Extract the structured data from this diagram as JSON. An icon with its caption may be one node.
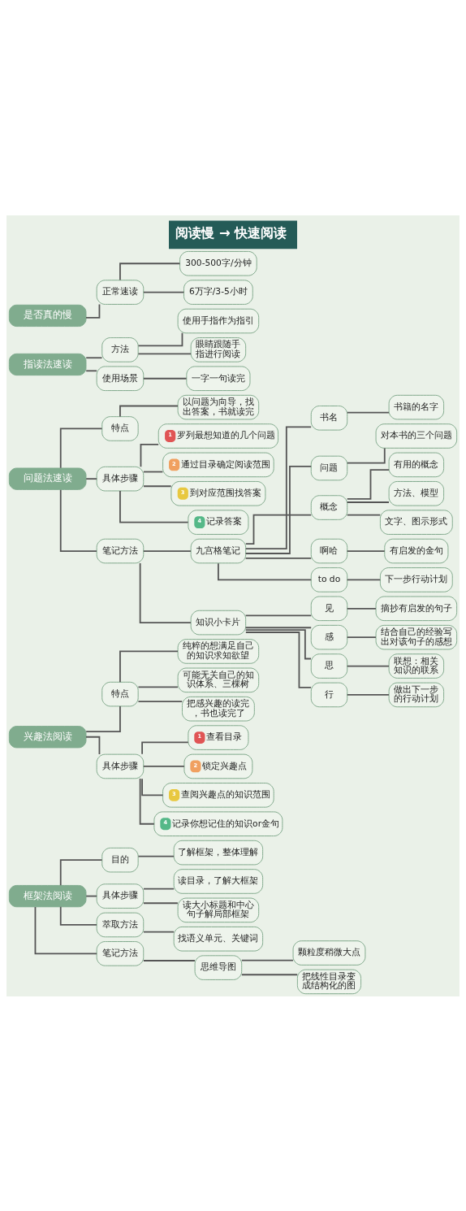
{
  "diagram": {
    "title": "阅读慢 → 快速阅读",
    "nodes": [
      {
        "text": [
          "是否真的慢"
        ]
      },
      {
        "text": [
          "正常速读"
        ]
      },
      {
        "text": [
          "300-500字/分钟"
        ]
      },
      {
        "text": [
          "6万字/3-5小时"
        ]
      },
      {
        "text": [
          "指读法速读"
        ]
      },
      {
        "text": [
          "方法"
        ]
      },
      {
        "text": [
          "使用手指作为指引"
        ]
      },
      {
        "text": [
          "眼睛跟随手指进行阅读"
        ]
      },
      {
        "text": [
          "使用场景"
        ]
      },
      {
        "text": [
          "一字一句读完"
        ]
      },
      {
        "text": [
          "问题法速读"
        ]
      },
      {
        "text": [
          "特点"
        ]
      },
      {
        "text": [
          "以问题为向导，找出答案，书就读完"
        ]
      },
      {
        "text": [
          "具体步骤"
        ]
      },
      {
        "text": [
          "1",
          "罗列最想知道的几个问题"
        ]
      },
      {
        "text": [
          "2",
          "通过目录确定阅读范围"
        ]
      },
      {
        "text": [
          "3",
          "到对应范围找答案"
        ]
      },
      {
        "text": [
          "4",
          "记录答案"
        ]
      },
      {
        "text": [
          "笔记方法"
        ]
      },
      {
        "text": [
          "九宫格笔记"
        ]
      },
      {
        "text": [
          "书名"
        ]
      },
      {
        "text": [
          "书籍的名字"
        ]
      },
      {
        "text": [
          "问题"
        ]
      },
      {
        "text": [
          "对本书的三个问题"
        ]
      },
      {
        "text": [
          "概念"
        ]
      },
      {
        "text": [
          "有用的概念"
        ]
      },
      {
        "text": [
          "方法、模型"
        ]
      },
      {
        "text": [
          "文字、图示形式"
        ]
      },
      {
        "text": [
          "啊哈"
        ]
      },
      {
        "text": [
          "有启发的金句"
        ]
      },
      {
        "text": [
          "to do"
        ]
      },
      {
        "text": [
          "下一步行动计划"
        ]
      },
      {
        "text": [
          "知识小卡片"
        ]
      },
      {
        "text": [
          "见"
        ]
      },
      {
        "text": [
          "摘抄有启发的句子"
        ]
      },
      {
        "text": [
          "感"
        ]
      },
      {
        "text": [
          "结合自己的经验写出对该句子的感想"
        ]
      },
      {
        "text": [
          "思"
        ]
      },
      {
        "text": [
          "联想：相关知识的联系"
        ]
      },
      {
        "text": [
          "行"
        ]
      },
      {
        "text": [
          "做出下一步的行动计划"
        ]
      },
      {
        "text": [
          "兴趣法阅读"
        ]
      },
      {
        "text": [
          "特点"
        ]
      },
      {
        "text": [
          "纯粹的想满足自己的知识求知欲望"
        ]
      },
      {
        "text": [
          "可能无关自己的知识体系、三棵树"
        ]
      },
      {
        "text": [
          "把感兴趣的读完，书也读完了"
        ]
      },
      {
        "text": [
          "具体步骤"
        ]
      },
      {
        "text": [
          "1",
          "查看目录"
        ]
      },
      {
        "text": [
          "2",
          "锁定兴趣点"
        ]
      },
      {
        "text": [
          "3",
          "查阅兴趣点的知识范围"
        ]
      },
      {
        "text": [
          "4",
          "记录你想记住的知识or金句"
        ]
      },
      {
        "text": [
          "框架法阅读"
        ]
      },
      {
        "text": [
          "目的"
        ]
      },
      {
        "text": [
          "了解框架，整体理解"
        ]
      },
      {
        "text": [
          "具体步骤"
        ]
      },
      {
        "text": [
          "读目录，了解大框架"
        ]
      },
      {
        "text": [
          "读大小标题和中心句子解局部框架"
        ]
      },
      {
        "text": [
          "萃取方法"
        ]
      },
      {
        "text": [
          "找语义单元、关键词"
        ]
      },
      {
        "text": [
          "笔记方法"
        ]
      },
      {
        "text": [
          "思维导图"
        ]
      },
      {
        "text": [
          "颗粒度稍微大点"
        ]
      },
      {
        "text": [
          "把线性目录变成结构化的图"
        ]
      }
    ],
    "edges": [
      {
        "from": 0,
        "to": 1,
        "arrow": "none"
      },
      {
        "from": 1,
        "to": 2,
        "arrow": "none"
      },
      {
        "from": 1,
        "to": 3,
        "arrow": "none"
      },
      {
        "from": 4,
        "to": 5,
        "arrow": "none"
      },
      {
        "from": 5,
        "to": 6,
        "arrow": "none"
      },
      {
        "from": 5,
        "to": 7,
        "arrow": "none"
      },
      {
        "from": 4,
        "to": 8,
        "arrow": "none"
      },
      {
        "from": 8,
        "to": 9,
        "arrow": "none"
      },
      {
        "from": 10,
        "to": 11,
        "arrow": "none"
      },
      {
        "from": 11,
        "to": 12,
        "arrow": "none"
      },
      {
        "from": 10,
        "to": 13,
        "arrow": "none"
      },
      {
        "from": 13,
        "to": 14,
        "arrow": "none"
      },
      {
        "from": 13,
        "to": 15,
        "arrow": "none"
      },
      {
        "from": 13,
        "to": 16,
        "arrow": "none"
      },
      {
        "from": 13,
        "to": 17,
        "arrow": "none"
      },
      {
        "from": 10,
        "to": 18,
        "arrow": "none"
      },
      {
        "from": 18,
        "to": 19,
        "arrow": "none"
      },
      {
        "from": 19,
        "to": 20,
        "arrow": "none"
      },
      {
        "from": 20,
        "to": 21,
        "arrow": "none"
      },
      {
        "from": 19,
        "to": 22,
        "arrow": "none"
      },
      {
        "from": 22,
        "to": 23,
        "arrow": "none"
      },
      {
        "from": 19,
        "to": 24,
        "arrow": "none"
      },
      {
        "from": 24,
        "to": 25,
        "arrow": "none"
      },
      {
        "from": 24,
        "to": 26,
        "arrow": "none"
      },
      {
        "from": 24,
        "to": 27,
        "arrow": "none"
      },
      {
        "from": 19,
        "to": 28,
        "arrow": "none"
      },
      {
        "from": 28,
        "to": 29,
        "arrow": "none"
      },
      {
        "from": 19,
        "to": 30,
        "arrow": "none"
      },
      {
        "from": 30,
        "to": 31,
        "arrow": "none"
      },
      {
        "from": 18,
        "to": 32,
        "arrow": "none"
      },
      {
        "from": 32,
        "to": 33,
        "arrow": "none"
      },
      {
        "from": 33,
        "to": 34,
        "arrow": "none"
      },
      {
        "from": 32,
        "to": 35,
        "arrow": "none"
      },
      {
        "from": 35,
        "to": 36,
        "arrow": "none"
      },
      {
        "from": 32,
        "to": 37,
        "arrow": "none"
      },
      {
        "from": 37,
        "to": 38,
        "arrow": "none"
      },
      {
        "from": 32,
        "to": 39,
        "arrow": "none"
      },
      {
        "from": 39,
        "to": 40,
        "arrow": "none"
      },
      {
        "from": 41,
        "to": 42,
        "arrow": "none"
      },
      {
        "from": 42,
        "to": 43,
        "arrow": "none"
      },
      {
        "from": 42,
        "to": 44,
        "arrow": "none"
      },
      {
        "from": 42,
        "to": 45,
        "arrow": "none"
      },
      {
        "from": 41,
        "to": 46,
        "arrow": "none"
      },
      {
        "from": 46,
        "to": 47,
        "arrow": "none"
      },
      {
        "from": 46,
        "to": 48,
        "arrow": "none"
      },
      {
        "from": 46,
        "to": 49,
        "arrow": "none"
      },
      {
        "from": 46,
        "to": 50,
        "arrow": "none"
      },
      {
        "from": 51,
        "to": 52,
        "arrow": "none"
      },
      {
        "from": 52,
        "to": 53,
        "arrow": "none"
      },
      {
        "from": 51,
        "to": 54,
        "arrow": "none"
      },
      {
        "from": 54,
        "to": 55,
        "arrow": "none"
      },
      {
        "from": 54,
        "to": 56,
        "arrow": "none"
      },
      {
        "from": 51,
        "to": 57,
        "arrow": "none"
      },
      {
        "from": 57,
        "to": 58,
        "arrow": "none"
      },
      {
        "from": 51,
        "to": 59,
        "arrow": "none"
      },
      {
        "from": 59,
        "to": 60,
        "arrow": "none"
      },
      {
        "from": 60,
        "to": 61,
        "arrow": "none"
      },
      {
        "from": 60,
        "to": 62,
        "arrow": "none"
      }
    ]
  }
}
